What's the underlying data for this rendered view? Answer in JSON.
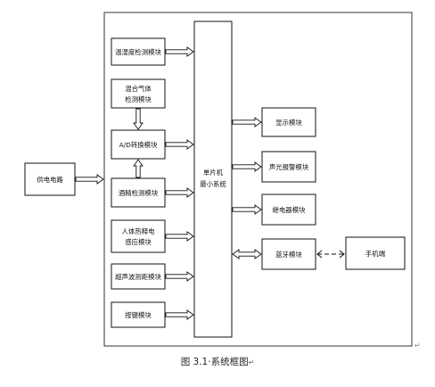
{
  "diagram": {
    "blocks": {
      "temp_humidity": "温湿度检测模块",
      "mixed_gas_1": "混合气体",
      "mixed_gas_2": "检测模块",
      "ad_convert": "A/D转换模块",
      "alcohol": "酒精检测模块",
      "pir_1": "人体热释电",
      "pir_2": "感应模块",
      "ultrasonic": "超声波测距模块",
      "buttons": "按键模块",
      "power": "供电电路",
      "mcu_1": "单片机",
      "mcu_2": "最小系统",
      "display": "显示模块",
      "sound_light": "声光报警模块",
      "relay": "继电器模块",
      "bluetooth": "蓝牙模块",
      "phone": "手机端"
    },
    "caption": "图 3.1·系统框图",
    "caption_mark": "↵",
    "corner_mark": "↵"
  },
  "colors": {
    "stroke": "#111111",
    "background": "#ffffff",
    "frame": "#333333"
  }
}
